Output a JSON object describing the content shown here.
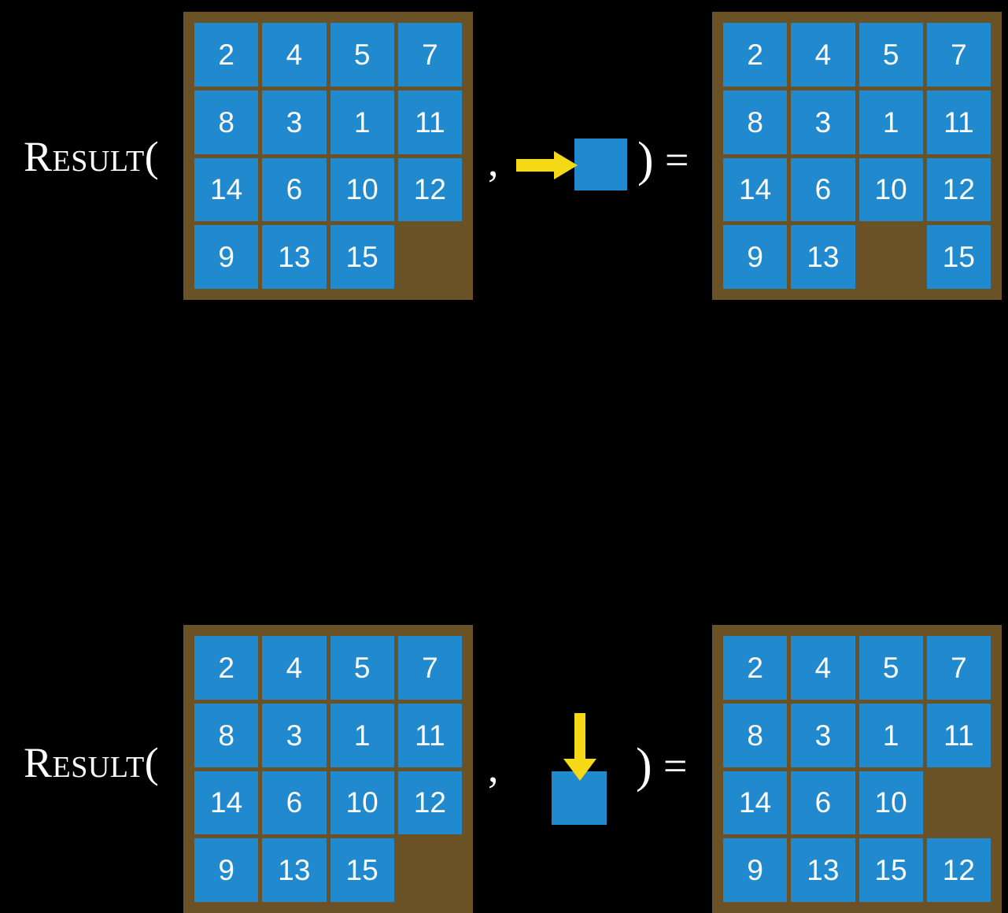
{
  "figure": {
    "title": "Result of sliding a tile in a 15-puzzle",
    "background_color": "#000000",
    "tile_color": "#2189ce",
    "board_color": "#6b5226",
    "arrow_color": "#f5d916",
    "text_color": "#ffffff"
  },
  "labels": {
    "result": "Result(",
    "comma": ",",
    "close_paren": ")",
    "equals": "="
  },
  "rows": [
    {
      "id": "row-1",
      "operation": "slide-right",
      "arrow_icon": "arrow-right-icon",
      "input_board": {
        "rows": 4,
        "cols": 4,
        "cells": [
          [
            "2",
            "4",
            "5",
            "7"
          ],
          [
            "8",
            "3",
            "1",
            "11"
          ],
          [
            "14",
            "6",
            "10",
            "12"
          ],
          [
            "9",
            "13",
            "15",
            ""
          ]
        ]
      },
      "output_board": {
        "rows": 4,
        "cols": 4,
        "cells": [
          [
            "2",
            "4",
            "5",
            "7"
          ],
          [
            "8",
            "3",
            "1",
            "11"
          ],
          [
            "14",
            "6",
            "10",
            "12"
          ],
          [
            "9",
            "13",
            "",
            "15"
          ]
        ]
      }
    },
    {
      "id": "row-2",
      "operation": "slide-down",
      "arrow_icon": "arrow-down-icon",
      "input_board": {
        "rows": 4,
        "cols": 4,
        "cells": [
          [
            "2",
            "4",
            "5",
            "7"
          ],
          [
            "8",
            "3",
            "1",
            "11"
          ],
          [
            "14",
            "6",
            "10",
            "12"
          ],
          [
            "9",
            "13",
            "15",
            ""
          ]
        ]
      },
      "output_board": {
        "rows": 4,
        "cols": 4,
        "cells": [
          [
            "2",
            "4",
            "5",
            "7"
          ],
          [
            "8",
            "3",
            "1",
            "11"
          ],
          [
            "14",
            "6",
            "10",
            ""
          ],
          [
            "9",
            "13",
            "15",
            "12"
          ]
        ]
      }
    }
  ]
}
